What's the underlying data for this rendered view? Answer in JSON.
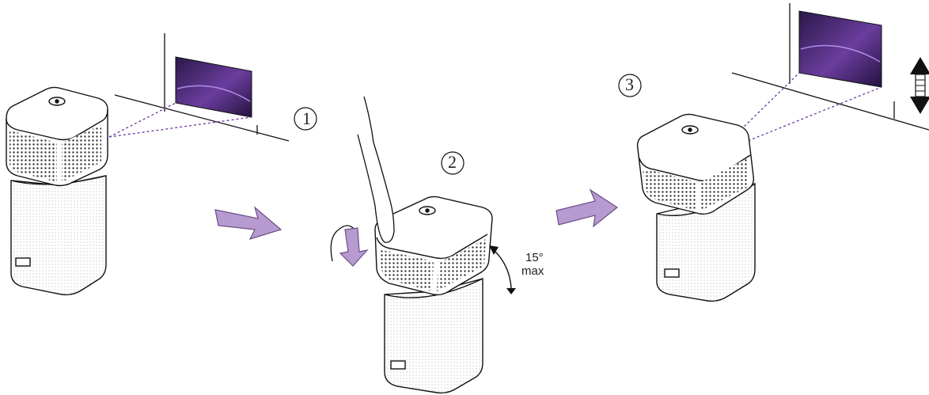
{
  "steps": {
    "one": "1",
    "two": "2",
    "three": "3"
  },
  "tilt": {
    "angle": "15°",
    "limit": "max"
  },
  "colors": {
    "arrow_fill": "#b79ad0",
    "arrow_stroke": "#6a4f86",
    "screen_purple": "#4a2a74",
    "beam": "#6a3aa0",
    "line": "#111111"
  },
  "icons": [
    "press-down-arrow-icon",
    "next-step-arrow-icon",
    "tilt-arrow-icon",
    "height-adjust-arrow-icon",
    "finger-icon"
  ]
}
